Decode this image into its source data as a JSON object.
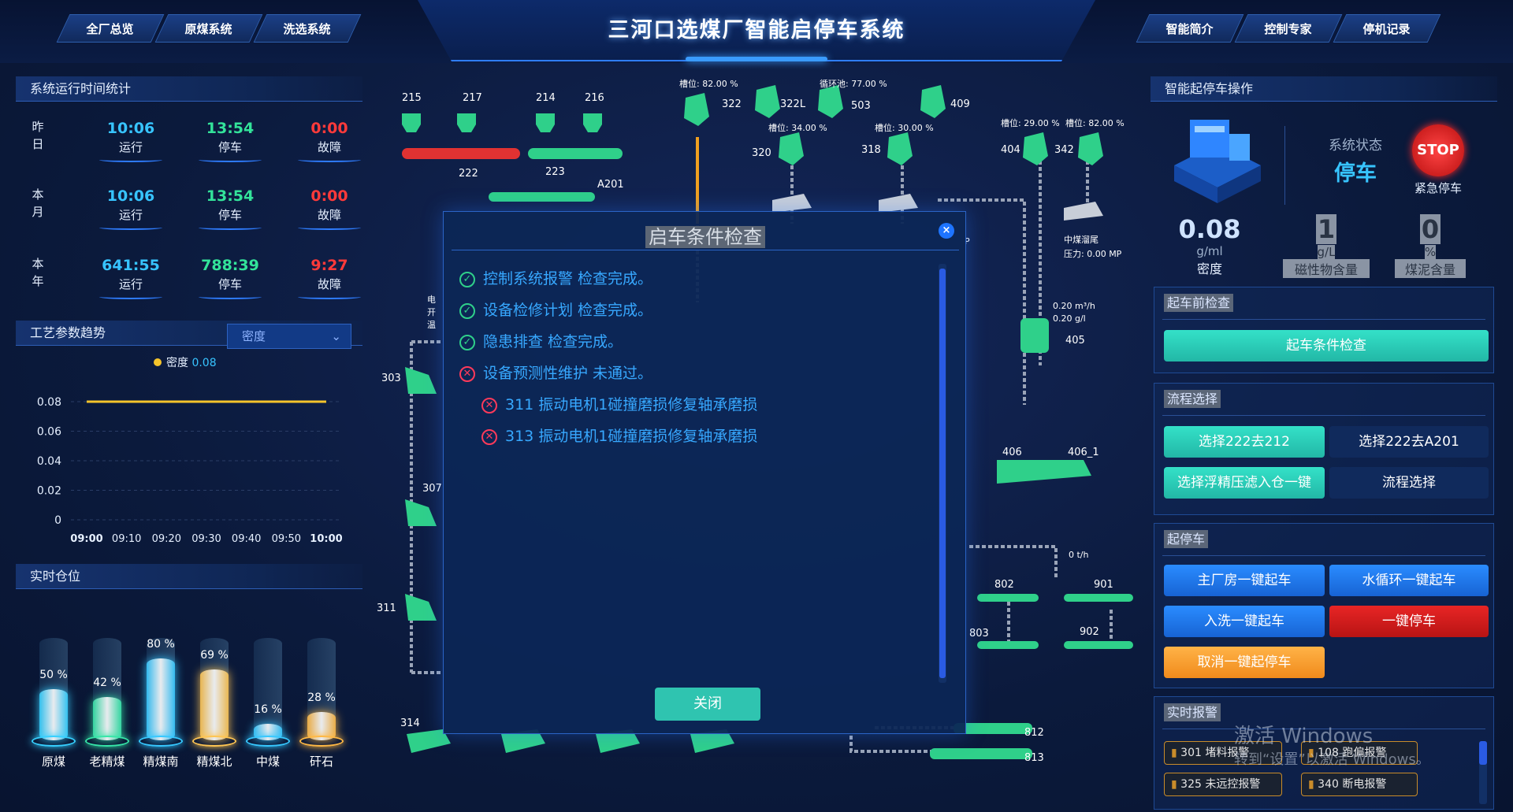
{
  "header": {
    "title": "三河口选煤厂智能启停车系统",
    "tabs_left": [
      "全厂总览",
      "原煤系统",
      "洗选系统"
    ],
    "tabs_right": [
      "智能简介",
      "控制专家",
      "停机记录"
    ]
  },
  "runtime": {
    "title": "系统运行时间统计",
    "rows": [
      {
        "period": "昨日",
        "run": "10:06",
        "stop": "13:54",
        "fault": "0:00"
      },
      {
        "period": "本月",
        "run": "10:06",
        "stop": "13:54",
        "fault": "0:00"
      },
      {
        "period": "本年",
        "run": "641:55",
        "stop": "788:39",
        "fault": "9:27"
      }
    ],
    "labels": {
      "run": "运行",
      "stop": "停车",
      "fault": "故障"
    }
  },
  "trend": {
    "title": "工艺参数趋势",
    "select": "密度",
    "legend": "密度",
    "legend_value": "0.08"
  },
  "chart_data": {
    "type": "line",
    "title": "",
    "series": [
      {
        "name": "密度",
        "values": [
          0.08,
          0.08,
          0.08,
          0.08,
          0.08,
          0.08,
          0.08
        ]
      }
    ],
    "x": [
      "09:00",
      "09:10",
      "09:20",
      "09:30",
      "09:40",
      "09:50",
      "10:00"
    ],
    "yticks": [
      "0.08",
      "0.06",
      "0.04",
      "0.02",
      "0"
    ],
    "ylim": [
      0,
      0.09
    ],
    "grid": true,
    "color": "#f5c42b"
  },
  "bins": {
    "title": "实时仓位",
    "items": [
      {
        "name": "原煤",
        "pct": "50 %",
        "level": 0.5,
        "color": "#36d0ff"
      },
      {
        "name": "老精煤",
        "pct": "42 %",
        "level": 0.42,
        "color": "#36e6a8"
      },
      {
        "name": "精煤南",
        "pct": "80 %",
        "level": 0.8,
        "color": "#36c8ff"
      },
      {
        "name": "精煤北",
        "pct": "69 %",
        "level": 0.69,
        "color": "#ffc552"
      },
      {
        "name": "中煤",
        "pct": "16 %",
        "level": 0.16,
        "color": "#36c8ff"
      },
      {
        "name": "矸石",
        "pct": "28 %",
        "level": 0.28,
        "color": "#ffb844"
      }
    ]
  },
  "plant": {
    "labels": [
      "215",
      "217",
      "214",
      "216",
      "222",
      "223",
      "A201",
      "322",
      "322L",
      "503",
      "409",
      "320",
      "318",
      "404",
      "342",
      "303",
      "307",
      "311",
      "314",
      "406",
      "406_1",
      "405",
      "802",
      "901",
      "803",
      "902",
      "812",
      "813"
    ],
    "readouts": [
      "槽位: 82.00 %",
      "循环池: 77.00 %",
      "槽位: 34.00 %",
      "槽位: 30.00 %",
      "槽位: 29.00 %",
      "槽位: 82.00 %",
      "中煤溜尾",
      "压力: 0.00 MP",
      "0.20 m³/h",
      "0.20 g/l",
      "0 t/h",
      "P"
    ],
    "partial": [
      "电",
      "开",
      "温"
    ]
  },
  "modal": {
    "title": "启车条件检查",
    "close_icon": "×",
    "items": [
      {
        "status": "ok",
        "text": "控制系统报警  检查完成。"
      },
      {
        "status": "ok",
        "text": "设备检修计划  检查完成。"
      },
      {
        "status": "ok",
        "text": "隐患排查  检查完成。"
      },
      {
        "status": "fail",
        "text": "设备预测性维护  未通过。"
      },
      {
        "status": "fail",
        "text": "311 振动电机1碰撞磨损修复轴承磨损",
        "indent": true
      },
      {
        "status": "fail",
        "text": "313 振动电机1碰撞磨损修复轴承磨损",
        "indent": true
      }
    ],
    "button": "关闭"
  },
  "control": {
    "title": "智能起停车操作",
    "status_label": "系统状态",
    "status_value": "停车",
    "stop_text": "STOP",
    "stop_label": "紧急停车",
    "density_value": "0.08",
    "density_unit": "g/ml",
    "density_label": "密度",
    "mag_value": "1",
    "mag_unit": "g/L",
    "mag_label": "磁性物含量",
    "slime_value": "0",
    "slime_unit": "%",
    "slime_label": "煤泥含量",
    "precheck_title": "起车前检查",
    "precheck_button": "起车条件检查",
    "flow_title": "流程选择",
    "flow_buttons": [
      "选择222去212",
      "选择222去A201",
      "选择浮精压滤入仓一键",
      "流程选择"
    ],
    "startstop_title": "起停车",
    "ss_buttons": [
      "主厂房一键起车",
      "水循环一键起车",
      "入洗一键起车",
      "一键停车",
      "取消一键起停车"
    ],
    "alarm_title": "实时报警",
    "alarms": [
      "301 堵料报警",
      "108 跑偏报警",
      "325 未远控报警",
      "340 断电报警"
    ]
  },
  "watermark": {
    "line1": "激活 Windows",
    "line2": "转到“设置”以激活 Windows。"
  }
}
